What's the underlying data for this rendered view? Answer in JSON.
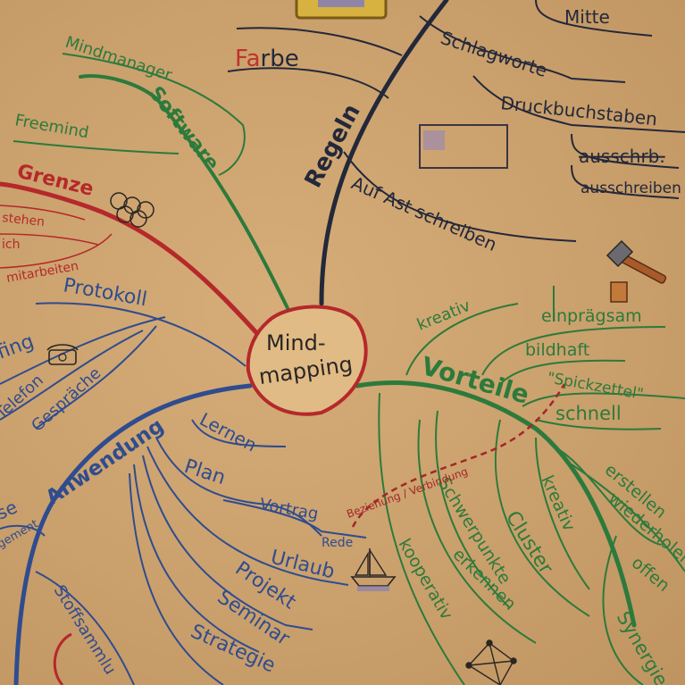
{
  "center": {
    "line1": "Mind-",
    "line2": "mapping"
  },
  "branches": {
    "software": {
      "label": "Software",
      "children": [
        "Mindmanager",
        "Freemind"
      ]
    },
    "farbe": {
      "label_part1": "Fa",
      "label_part2": "rbe"
    },
    "regeln": {
      "label": "Regeln",
      "children": [
        "Schlagworte",
        "Druckbuchstaben",
        "ausschrb.",
        "ausschreiben",
        "Auf Ast schreiben",
        "Mitte"
      ]
    },
    "grenze": {
      "label": "Grenze",
      "children": [
        "stehen",
        "ich",
        "mitarbeiten"
      ]
    },
    "protokoll": {
      "label": "Protokoll",
      "children": [
        "fing",
        "Telefon",
        "Gespräche"
      ]
    },
    "vorteile": {
      "label": "Vorteile",
      "children": [
        "kreativ",
        "einprägsam",
        "bildhaft",
        "\"Spickzettel\"",
        "schnell",
        "erstellen",
        "wiederholen",
        "offen",
        "kreativ",
        "Cluster",
        "Schwerpunkte",
        "erkennen",
        "kooperativ",
        "Synergie"
      ]
    },
    "anwendung": {
      "label": "Anwendung",
      "children": [
        "Lernen",
        "Plan",
        "Vortrag",
        "Rede",
        "Urlaub",
        "Projekt",
        "Seminar",
        "Strategie",
        "Stoffsammlu",
        "se",
        "gement"
      ]
    },
    "relation": {
      "label": "Beziehung / Verbindung"
    }
  },
  "colors": {
    "paper": "#caa06c",
    "red": "#b5282b",
    "green": "#2c7a3c",
    "blue": "#2f4c8f",
    "navy": "#23283a",
    "ink": "#2a2622"
  }
}
